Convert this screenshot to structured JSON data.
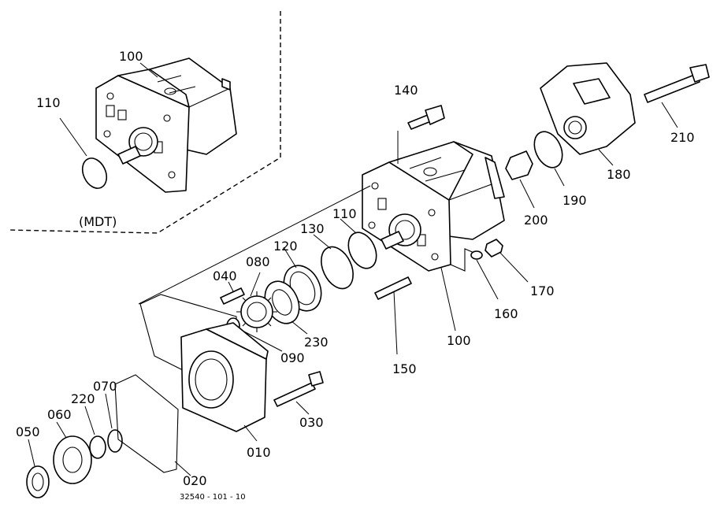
{
  "labels": {
    "p010": "010",
    "p020": "020",
    "p030": "030",
    "p040": "040",
    "p050": "050",
    "p060": "060",
    "p070": "070",
    "p080": "080",
    "p090": "090",
    "p100_main": "100",
    "p100_inset": "100",
    "p110_main": "110",
    "p110_inset": "110",
    "p120": "120",
    "p130": "130",
    "p140": "140",
    "p150": "150",
    "p160": "160",
    "p170": "170",
    "p180": "180",
    "p190": "190",
    "p200": "200",
    "p210": "210",
    "p220": "220",
    "p230": "230"
  },
  "inset_note": "(MDT)",
  "drawing_code": "32540 - 101 - 10"
}
